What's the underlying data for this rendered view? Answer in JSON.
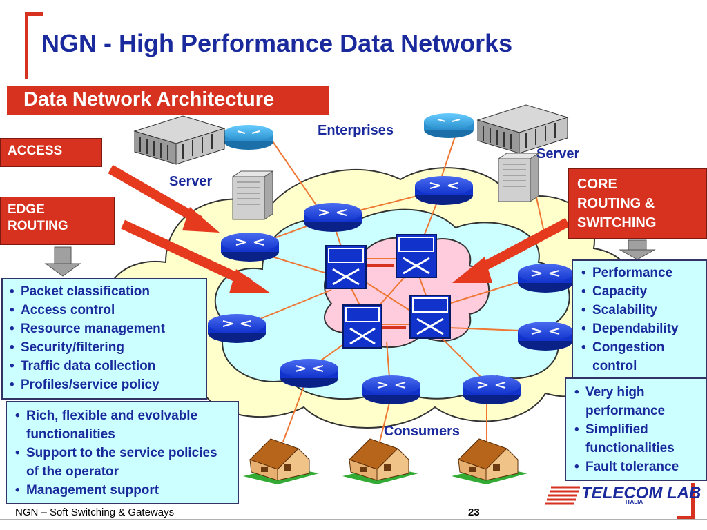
{
  "slide": {
    "title": "NGN - High Performance Data Networks",
    "subtitle": "Data Network Architecture"
  },
  "labels": {
    "access": "ACCESS",
    "edge_routing": "EDGE\nROUTING",
    "core_routing": "CORE\nROUTING &\nSWITCHING",
    "enterprises": "Enterprises",
    "server_left": "Server",
    "server_right": "Server",
    "consumers": "Consumers"
  },
  "edge_features": [
    "Packet classification",
    "Access control",
    "Resource management",
    "Security/filtering",
    "Traffic data collection",
    "Profiles/service policy"
  ],
  "edge_properties": [
    "Rich, flexible and evolvable functionalities",
    "Support to the service policies of the operator",
    "Management support"
  ],
  "core_features": [
    "Performance",
    "Capacity",
    "Scalability",
    "Dependability",
    "Congestion control"
  ],
  "core_properties": [
    "Very high performance",
    "Simplified functionalities",
    "Fault tolerance"
  ],
  "footer": {
    "left": "NGN – Soft Switching & Gateways",
    "page": "23",
    "logo": "TELECOM LAB",
    "logo_sub": "ITALIA"
  },
  "colors": {
    "accent_red": "#d6321f",
    "title_blue": "#1a2a9c",
    "box_cyan": "#ccffff",
    "outer_cloud": "#ffffcc",
    "middle_cloud": "#ccffff",
    "inner_cloud": "#ffccdd",
    "router_blue": "#1133cc",
    "link_orange": "#ee7733"
  }
}
